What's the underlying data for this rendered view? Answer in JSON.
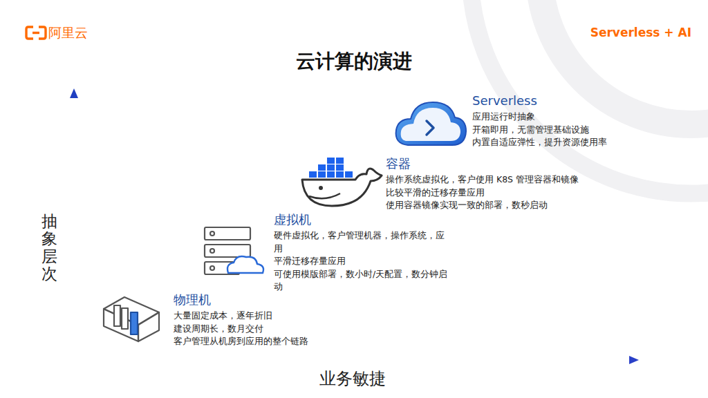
{
  "diagram": {
    "title": "云计算的演进",
    "nodes": [
      {
        "text": [
          "物理机",
          "大量固定成本，逐年折旧",
          "建设周期长，数月交付",
          "客户管理从机房到应用的整个链路"
        ]
      },
      {
        "text": [
          "虚拟机",
          "硬件虚拟化，客户管理机器，操作系统，应用",
          "平滑迁移存量应用",
          "可使用模版部署，数小时/天配置，数分钟启动"
        ]
      },
      {
        "text": [
          "容器",
          "操作系统虚拟化，客户使用 K8S 管理容器和镜像",
          "比较平滑的迁移存量应用",
          "使用容器镜像实现一致的部署，数秒启动"
        ]
      },
      {
        "text": [
          "Serverless",
          "应用运行时抽象",
          "开箱即用，无需管理基础设施",
          "内置自适应弹性，提升资源使用率"
        ]
      }
    ],
    "labels": [
      "阿里云",
      "Serverless + AI",
      "抽象层次",
      "业务敏捷"
    ]
  }
}
